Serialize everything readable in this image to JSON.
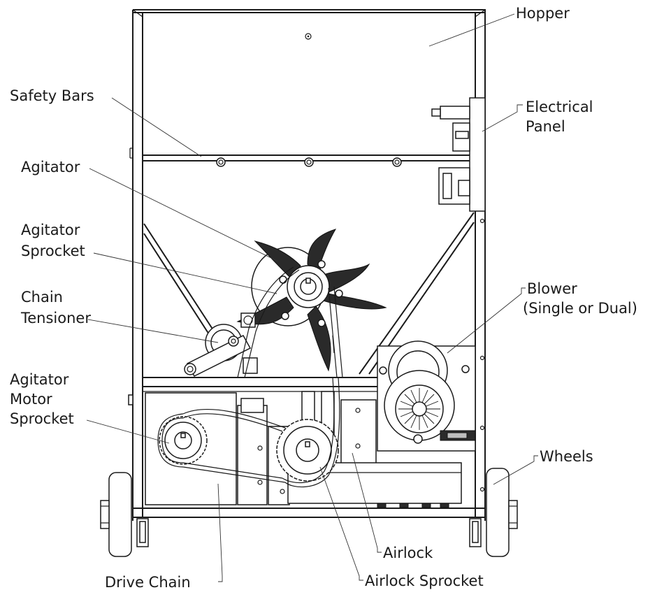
{
  "labels": {
    "hopper": "Hopper",
    "safety_bars": "Safety Bars",
    "electrical_panel": [
      "Electrical",
      "Panel"
    ],
    "agitator": "Agitator",
    "agitator_sprocket": [
      "Agitator",
      "Sprocket"
    ],
    "chain_tensioner": [
      "Chain",
      "Tensioner"
    ],
    "blower": [
      "Blower",
      "(Single or Dual)"
    ],
    "agitator_motor_sprocket": [
      "Agitator",
      "Motor",
      "Sprocket"
    ],
    "wheels": "Wheels",
    "airlock": "Airlock",
    "drive_chain": "Drive Chain",
    "airlock_sprocket": "Airlock Sprocket"
  }
}
